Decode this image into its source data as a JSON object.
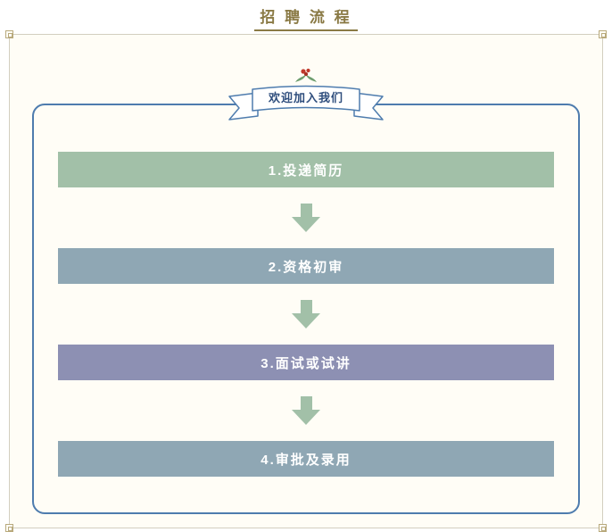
{
  "page": {
    "title": "招 聘 流 程"
  },
  "banner": {
    "label": "欢迎加入我们",
    "icon": "flower-icon"
  },
  "flow": {
    "steps": [
      {
        "label": "1.投递简历",
        "color": "#a2c0a8"
      },
      {
        "label": "2.资格初审",
        "color": "#8fa7b4"
      },
      {
        "label": "3.面试或试讲",
        "color": "#8d90b3"
      },
      {
        "label": "4.审批及录用",
        "color": "#8fa7b4"
      }
    ],
    "arrow_icon": "down-arrow-icon"
  },
  "colors": {
    "title_color": "#8a7a45",
    "frame_border": "#d3cebf",
    "frame_bg": "#fffdf6",
    "panel_border": "#4e7cae",
    "banner_text": "#2f4e7d",
    "arrow": "#a2c0a8",
    "step_text": "#ffffff",
    "ornament": "#b9aa7d"
  }
}
